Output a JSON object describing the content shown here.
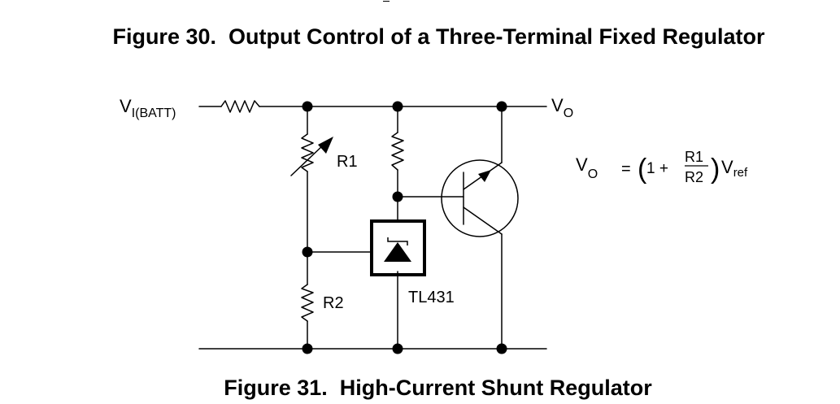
{
  "captions": {
    "top": "Figure 30.  Output Control of a Three-Terminal Fixed Regulator",
    "bottom": "Figure 31.  High-Current Shunt Regulator"
  },
  "labels": {
    "vin_main": "V",
    "vin_sub": "I(BATT)",
    "vo_main": "V",
    "vo_sub": "O",
    "r1": "R1",
    "r2": "R2",
    "ic": "TL431"
  },
  "equation": {
    "lhs_main": "V",
    "lhs_sub": "O",
    "equals": "=",
    "one_plus": "1 +",
    "numerator": "R1",
    "denominator": "R2",
    "rhs_main": "V",
    "rhs_sub": "ref"
  }
}
